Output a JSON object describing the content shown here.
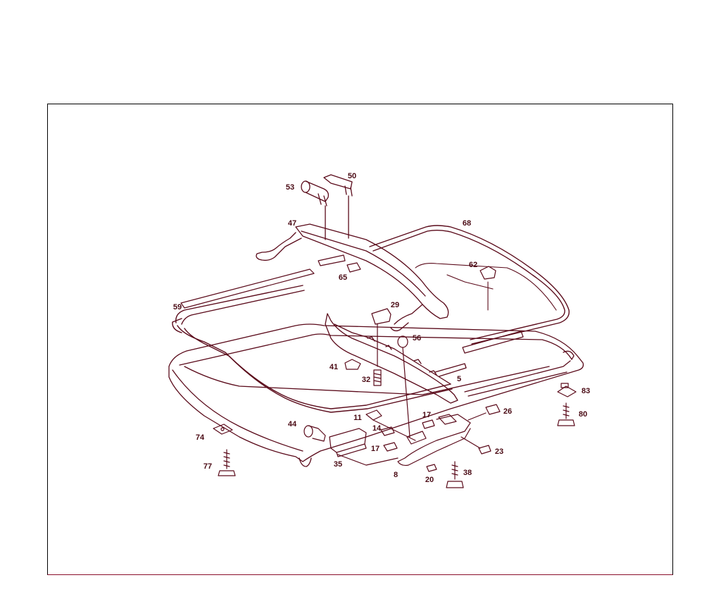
{
  "colors": {
    "line": "#5a0a1a",
    "label": "#4a0a14",
    "frame": "#000000",
    "frame_bottom": "#8a0f2a"
  },
  "callouts": [
    {
      "id": "53",
      "text": "53"
    },
    {
      "id": "50",
      "text": "50"
    },
    {
      "id": "47",
      "text": "47"
    },
    {
      "id": "68",
      "text": "68"
    },
    {
      "id": "62",
      "text": "62"
    },
    {
      "id": "65",
      "text": "65"
    },
    {
      "id": "59",
      "text": "59"
    },
    {
      "id": "29",
      "text": "29"
    },
    {
      "id": "56",
      "text": "56"
    },
    {
      "id": "41",
      "text": "41"
    },
    {
      "id": "32",
      "text": "32"
    },
    {
      "id": "5",
      "text": "5"
    },
    {
      "id": "83",
      "text": "83"
    },
    {
      "id": "80",
      "text": "80"
    },
    {
      "id": "26",
      "text": "26"
    },
    {
      "id": "17a",
      "text": "17"
    },
    {
      "id": "11",
      "text": "11"
    },
    {
      "id": "44",
      "text": "44"
    },
    {
      "id": "14",
      "text": "14"
    },
    {
      "id": "74",
      "text": "74"
    },
    {
      "id": "17b",
      "text": "17"
    },
    {
      "id": "23",
      "text": "23"
    },
    {
      "id": "35",
      "text": "35"
    },
    {
      "id": "77",
      "text": "77"
    },
    {
      "id": "38",
      "text": "38"
    },
    {
      "id": "8",
      "text": "8"
    },
    {
      "id": "20",
      "text": "20"
    }
  ]
}
